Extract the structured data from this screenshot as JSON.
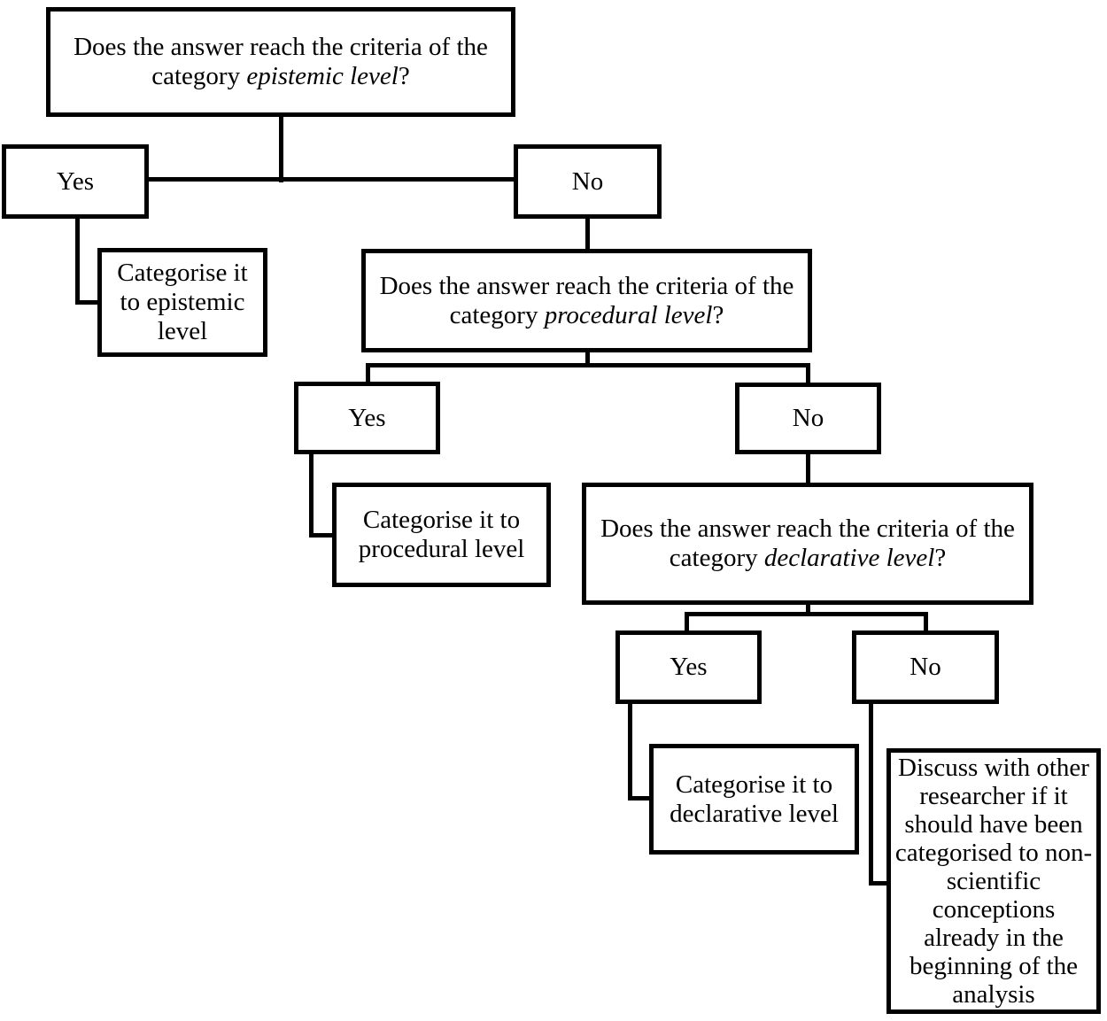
{
  "figure": {
    "background_color": "#ffffff",
    "line_color": "#000000",
    "nodes": {
      "q_epistemic": {
        "line1": "Does the answer reach the criteria of the",
        "line2_prefix": "category ",
        "line2_italic": "epistemic level",
        "line2_suffix": "?"
      },
      "yes1": {
        "label": "Yes"
      },
      "no1": {
        "label": "No"
      },
      "r_epistemic": {
        "lines": [
          "Categorise it",
          "to epistemic",
          "level"
        ]
      },
      "q_procedural": {
        "line1": "Does the answer reach the criteria of the",
        "line2_prefix": "category ",
        "line2_italic": "procedural level",
        "line2_suffix": "?"
      },
      "yes2": {
        "label": "Yes"
      },
      "no2": {
        "label": "No"
      },
      "r_procedural": {
        "lines": [
          "Categorise it to",
          "procedural level"
        ]
      },
      "q_declarative": {
        "line1": "Does the answer reach the criteria of the",
        "line2_prefix": "category ",
        "line2_italic": "declarative level",
        "line2_suffix": "?"
      },
      "yes3": {
        "label": "Yes"
      },
      "no3": {
        "label": "No"
      },
      "r_declarative": {
        "lines": [
          "Categorise it to",
          "declarative level"
        ]
      },
      "discuss": {
        "lines": [
          "Discuss with other",
          "researcher if it",
          "should have been",
          "categorised to non-",
          "scientific",
          "conceptions",
          "already in the",
          "beginning of the",
          "analysis"
        ]
      }
    }
  }
}
